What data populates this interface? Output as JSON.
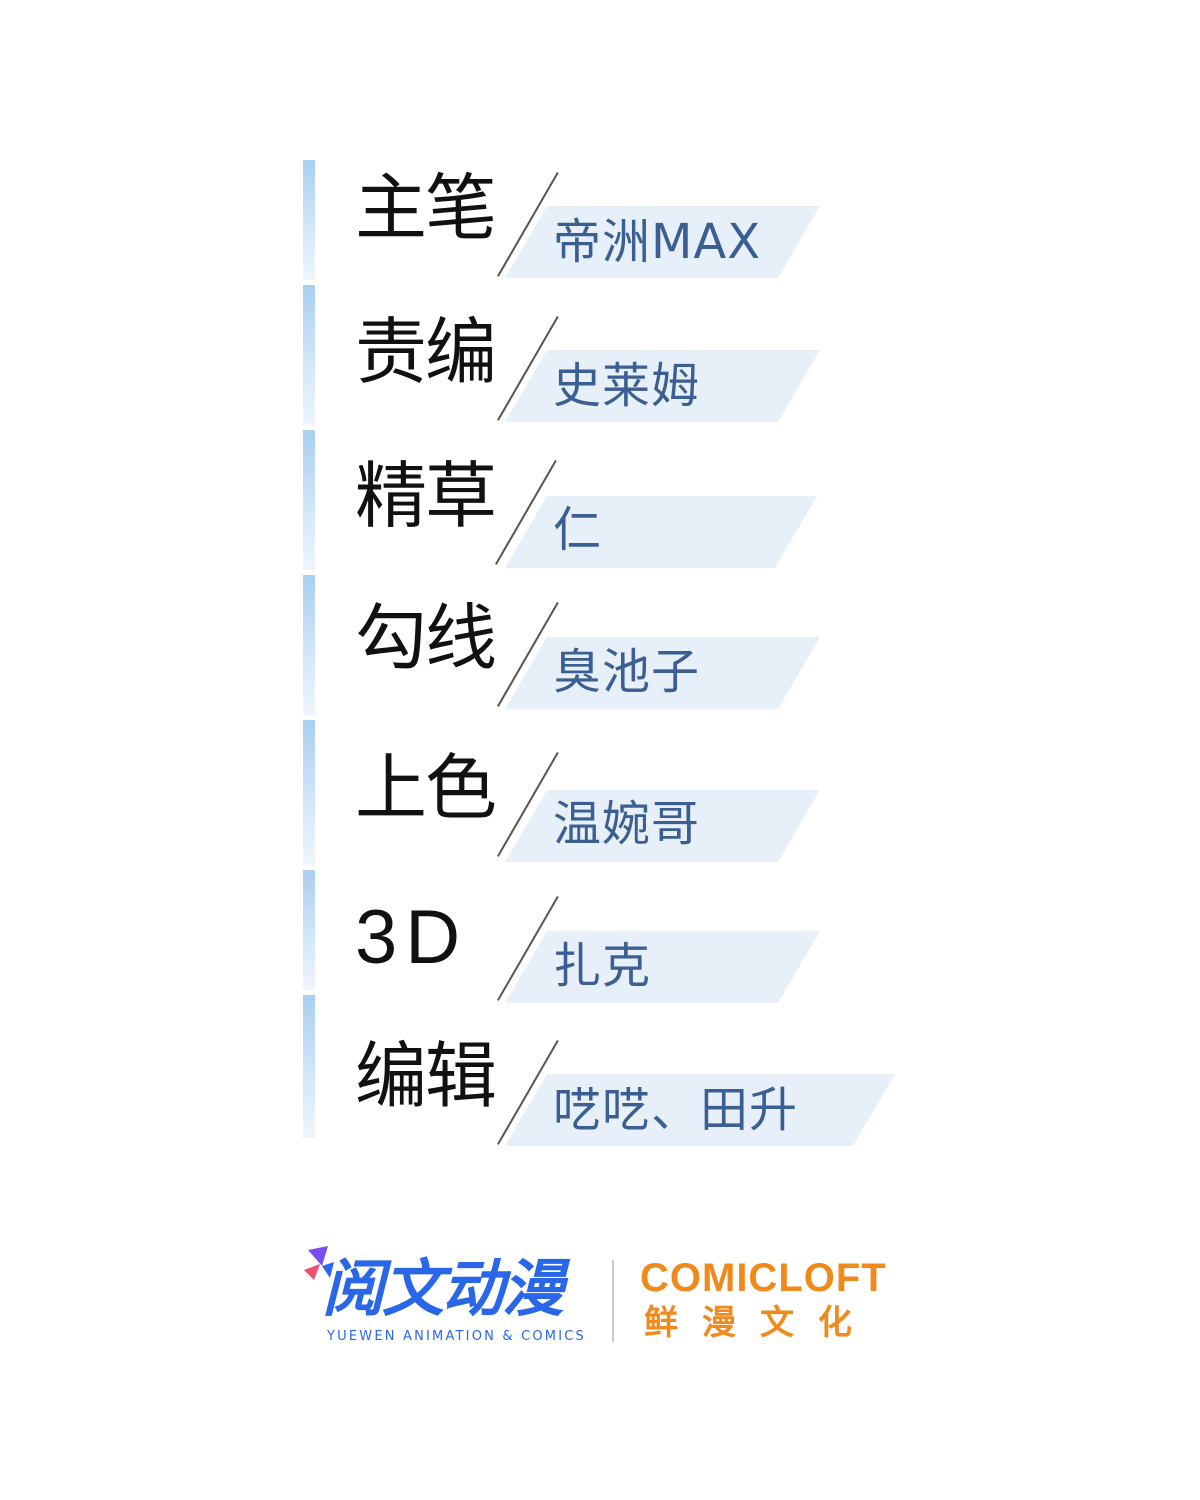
{
  "credits": [
    {
      "role": "主笔",
      "name": "帝洲MAX"
    },
    {
      "role": "责编",
      "name": "史莱姆"
    },
    {
      "role": "精草",
      "name": "仁"
    },
    {
      "role": "勾线",
      "name": "臭池子"
    },
    {
      "role": "上色",
      "name": "温婉哥"
    },
    {
      "role": "3D",
      "name": "扎克"
    },
    {
      "role": "编辑",
      "name": "呓呓、田升"
    }
  ],
  "logos": {
    "yuewen": {
      "main": "阅文动漫",
      "sub": "YUEWEN ANIMATION & COMICS"
    },
    "comicloft": {
      "main": "COMICLOFT",
      "sub": "鲜漫文化"
    }
  },
  "colors": {
    "accent_bar": "#a8cff0",
    "value_box": "#e7eff9",
    "value_text": "#3b5f92",
    "yuewen_blue": "#2a67e8",
    "comicloft_orange": "#f08a1c"
  }
}
